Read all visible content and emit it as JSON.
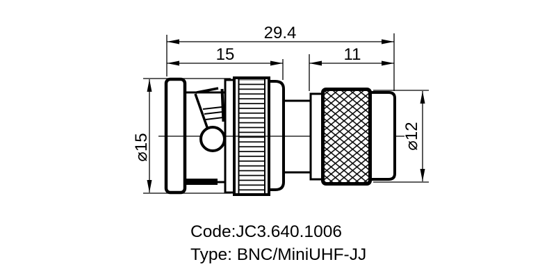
{
  "drawing": {
    "dimensions": {
      "overall_length": "29.4",
      "bnc_side_length": "15",
      "miniuhf_side_length": "11",
      "bnc_diameter": "⌀15",
      "miniuhf_diameter": "⌀12"
    },
    "labels": {
      "code": "Code:JC3.640.1006",
      "type": "Type: BNC/MiniUHF-JJ"
    },
    "colors": {
      "line": "#000000",
      "background": "#ffffff"
    }
  }
}
